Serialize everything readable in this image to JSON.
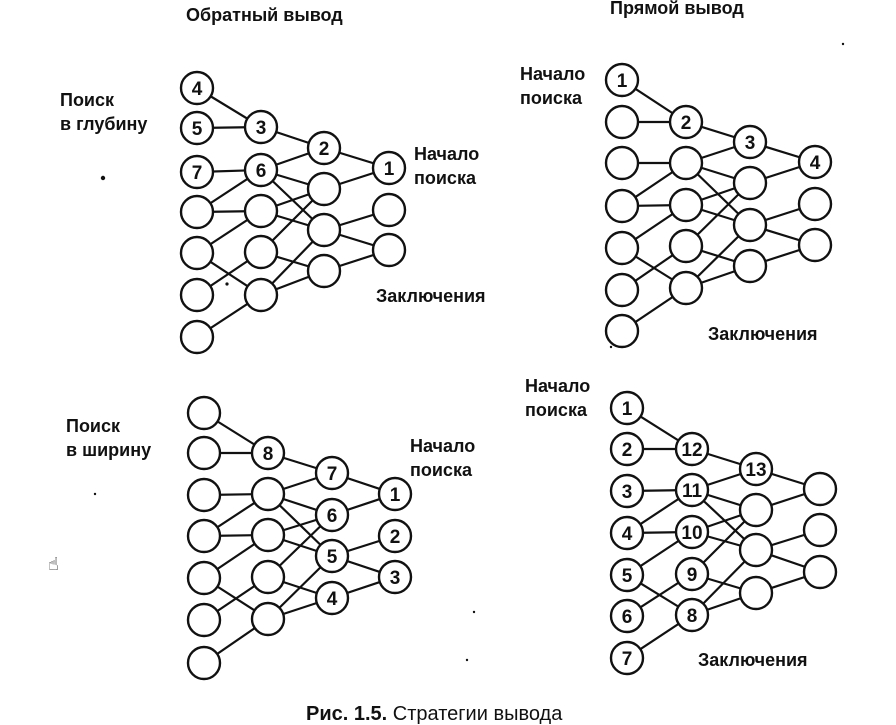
{
  "labels": {
    "backward_title": "Обратный вывод",
    "forward_title": "Прямой вывод",
    "depth_line1": "Поиск",
    "depth_line2": "в глубину",
    "breadth_line1": "Поиск",
    "breadth_line2": "в ширину",
    "start_line1": "Начало",
    "start_line2": "поиска",
    "conclusions": "Заключения"
  },
  "caption": {
    "prefix": "Рис. 1.5.",
    "text": " Стратегии вывода"
  },
  "diagrams": {
    "backward_depth": {
      "nodes": [
        "4",
        "5",
        "7",
        "",
        "",
        "",
        "",
        "3",
        "6",
        "",
        "",
        "",
        "2",
        "",
        "",
        "",
        "1",
        "",
        ""
      ]
    },
    "forward_depth": {
      "nodes": [
        "1",
        "",
        "",
        "",
        "",
        "",
        "",
        "2",
        "",
        "",
        "",
        "",
        "3",
        "",
        "",
        "",
        "4",
        "",
        ""
      ]
    },
    "backward_breadth": {
      "nodes": [
        "",
        "",
        "",
        "",
        "",
        "",
        "",
        "8",
        "",
        "",
        "",
        "",
        "7",
        "6",
        "5",
        "4",
        "1",
        "2",
        "3"
      ]
    },
    "forward_breadth": {
      "nodes": [
        "1",
        "2",
        "3",
        "4",
        "5",
        "6",
        "7",
        "12",
        "11",
        "10",
        "9",
        "8",
        "13",
        "",
        "",
        "",
        "",
        "",
        ""
      ]
    }
  },
  "cursor_icon": "hand-pointer-icon"
}
